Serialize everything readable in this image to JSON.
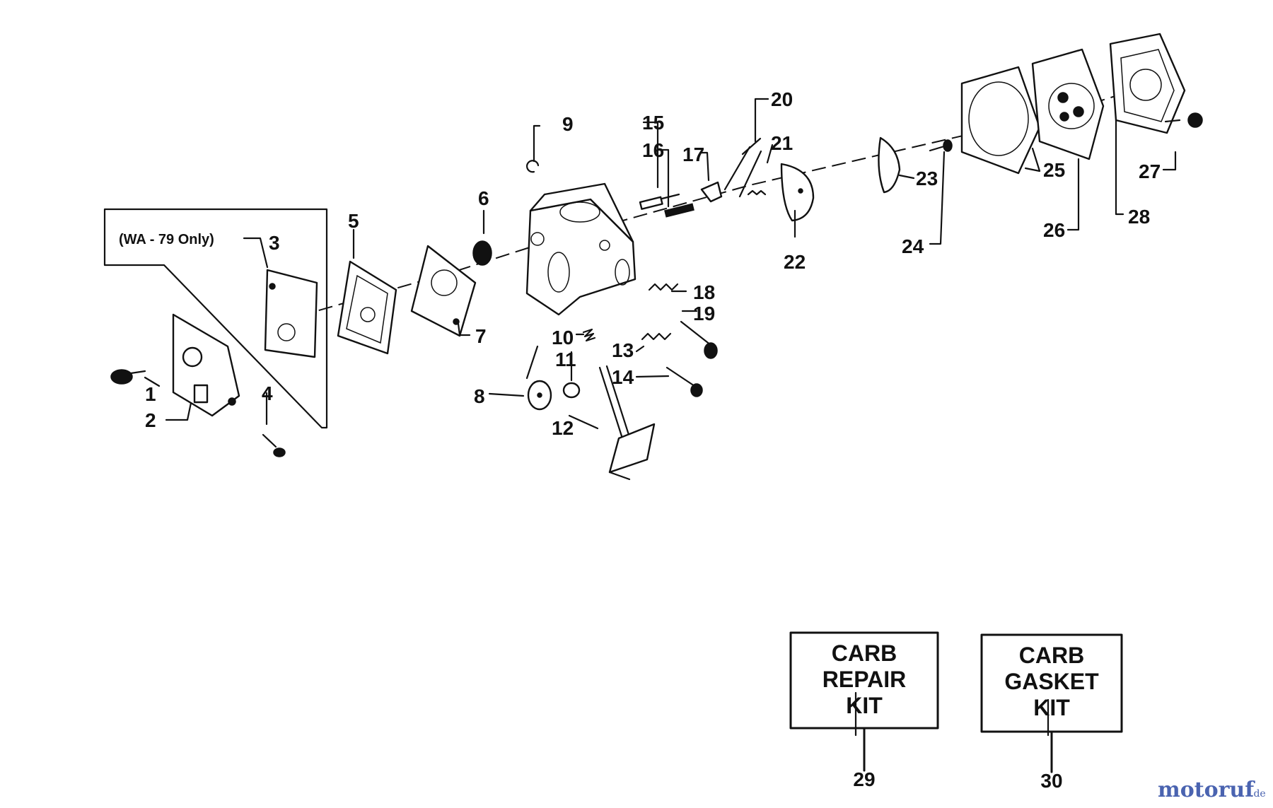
{
  "note": "(WA - 79 Only)",
  "callouts": [
    {
      "id": "1",
      "text": "1"
    },
    {
      "id": "2",
      "text": "2"
    },
    {
      "id": "3",
      "text": "3"
    },
    {
      "id": "4",
      "text": "4"
    },
    {
      "id": "5",
      "text": "5"
    },
    {
      "id": "6",
      "text": "6"
    },
    {
      "id": "7",
      "text": "7"
    },
    {
      "id": "8",
      "text": "8"
    },
    {
      "id": "9",
      "text": "9"
    },
    {
      "id": "10",
      "text": "10"
    },
    {
      "id": "11",
      "text": "11"
    },
    {
      "id": "12",
      "text": "12"
    },
    {
      "id": "13",
      "text": "13"
    },
    {
      "id": "14",
      "text": "14"
    },
    {
      "id": "15",
      "text": "15"
    },
    {
      "id": "16",
      "text": "16"
    },
    {
      "id": "17",
      "text": "17"
    },
    {
      "id": "18",
      "text": "18"
    },
    {
      "id": "19",
      "text": "19"
    },
    {
      "id": "20",
      "text": "20"
    },
    {
      "id": "21",
      "text": "21"
    },
    {
      "id": "22",
      "text": "22"
    },
    {
      "id": "23",
      "text": "23"
    },
    {
      "id": "24",
      "text": "24"
    },
    {
      "id": "25",
      "text": "25"
    },
    {
      "id": "26",
      "text": "26"
    },
    {
      "id": "27",
      "text": "27"
    },
    {
      "id": "28",
      "text": "28"
    }
  ],
  "kits": [
    {
      "line1": "CARB",
      "line2": "REPAIR",
      "line3": "KIT",
      "number": "29"
    },
    {
      "line1": "CARB",
      "line2": "GASKET",
      "line3": "KIT",
      "number": "30"
    }
  ],
  "watermark": {
    "main": "motoruf",
    "suffix": ".de"
  },
  "colors": {
    "ink": "#111111",
    "watermark": "#4a63b0"
  }
}
